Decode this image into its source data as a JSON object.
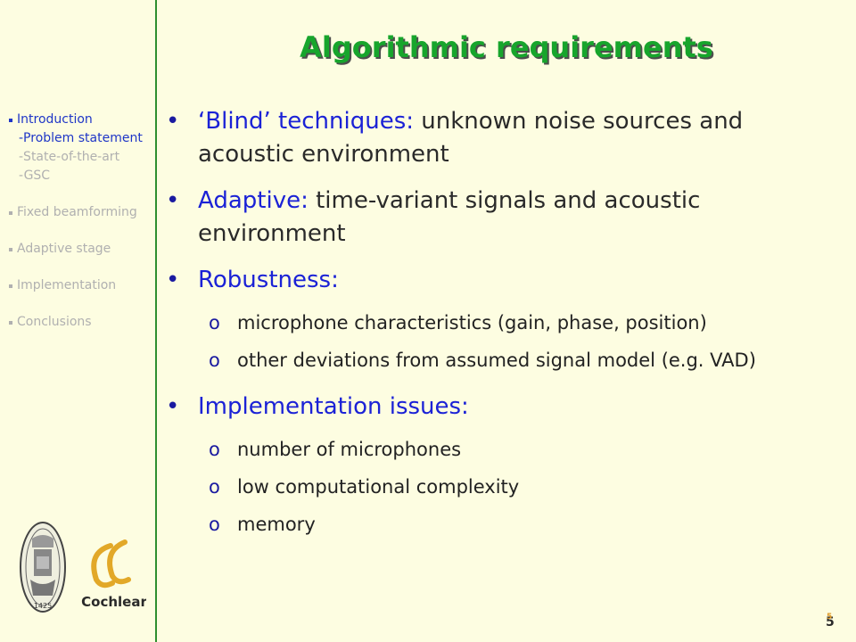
{
  "slide": {
    "title": "Algorithmic requirements",
    "page_number": "5"
  },
  "nav": {
    "intro": "Introduction",
    "sub": [
      "-Problem statement",
      "-State-of-the-art",
      "-GSC"
    ],
    "fixed": "Fixed beamforming",
    "adaptive": "Adaptive stage",
    "impl": "Implementation",
    "concl": "Conclusions"
  },
  "content": {
    "b1_kw": "‘Blind’ techniques:",
    "b1_text": " unknown noise sources and acoustic environment",
    "b2_kw": "Adaptive:",
    "b2_text": " time-variant signals and acoustic environment",
    "b3_kw": "Robustness:",
    "b3_subs": [
      "microphone characteristics (gain, phase, position)",
      "other deviations from assumed signal model (e.g. VAD)"
    ],
    "b4_kw": "Implementation issues:",
    "b4_subs": [
      "number of microphones",
      "low computational complexity",
      "memory"
    ],
    "bullet_glyph": "•",
    "sub_glyph": "o"
  },
  "logos": {
    "seal_year": "1425",
    "cochlear": "Cochlear"
  },
  "colors": {
    "background": "#fdfde1",
    "title": "#17a52c",
    "keyword": "#1b22d6",
    "nav_active": "#1f36c7",
    "nav_inactive": "#b0b0b0",
    "divider": "#2f8f2f"
  }
}
